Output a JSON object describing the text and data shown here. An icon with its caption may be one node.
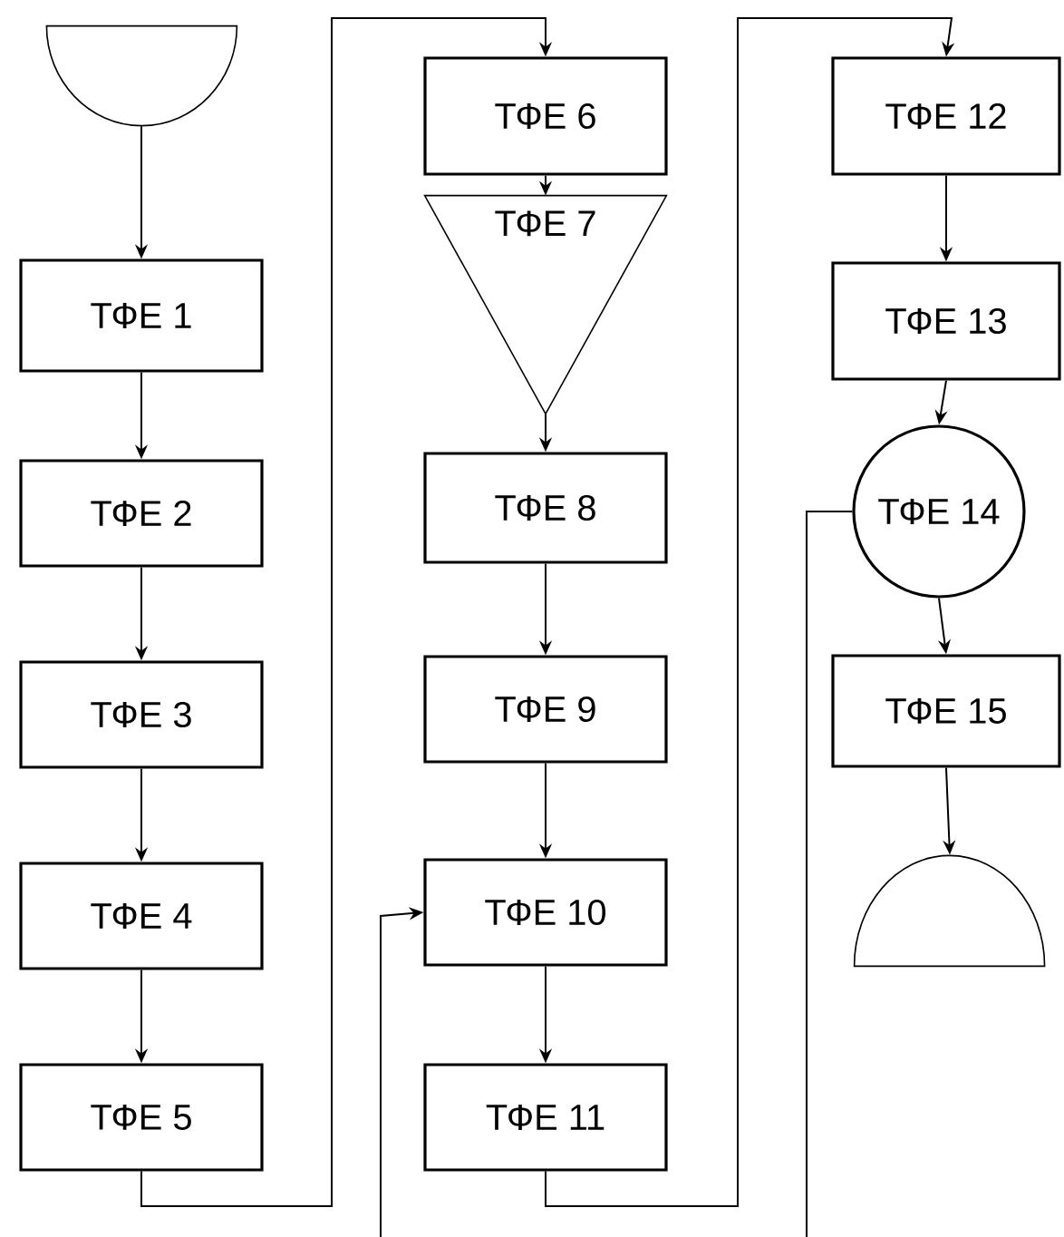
{
  "diagram": {
    "nodes": [
      {
        "text": [],
        "shape": "semicircle"
      },
      {
        "text": [
          "ТФЕ 1"
        ]
      },
      {
        "text": [
          "ТФЕ 2"
        ]
      },
      {
        "text": [
          "ТФЕ 3"
        ]
      },
      {
        "text": [
          "ТФЕ 4"
        ]
      },
      {
        "text": [
          "ТФЕ 5"
        ]
      },
      {
        "text": [
          "ТФЕ 6"
        ]
      },
      {
        "text": [
          "ТФЕ 7"
        ]
      },
      {
        "text": [
          "ТФЕ 8"
        ]
      },
      {
        "text": [
          "ТФЕ 9"
        ]
      },
      {
        "text": [
          "ТФЕ 10"
        ]
      },
      {
        "text": [
          "ТФЕ 11"
        ]
      },
      {
        "text": [
          "ТФЕ 12"
        ]
      },
      {
        "text": [
          "ТФЕ 13"
        ]
      },
      {
        "text": [
          "ТФЕ 14"
        ]
      },
      {
        "text": [
          "ТФЕ 15"
        ]
      },
      {
        "text": [],
        "shape": "semicircle"
      }
    ],
    "edges": [
      {
        "from": 0,
        "to": 1,
        "arrow": "to"
      },
      {
        "from": 1,
        "to": 2,
        "arrow": "to"
      },
      {
        "from": 2,
        "to": 3,
        "arrow": "to"
      },
      {
        "from": 3,
        "to": 4,
        "arrow": "to"
      },
      {
        "from": 4,
        "to": 5,
        "arrow": "to"
      },
      {
        "from": 5,
        "to": 6,
        "arrow": "to"
      },
      {
        "from": 6,
        "to": 7,
        "arrow": "to"
      },
      {
        "from": 7,
        "to": 8,
        "arrow": "to"
      },
      {
        "from": 8,
        "to": 9,
        "arrow": "to"
      },
      {
        "from": 9,
        "to": 10,
        "arrow": "to"
      },
      {
        "from": 10,
        "to": 11,
        "arrow": "to"
      },
      {
        "from": 11,
        "to": 12,
        "arrow": "to"
      },
      {
        "from": 12,
        "to": 13,
        "arrow": "to"
      },
      {
        "from": 13,
        "to": 14,
        "arrow": "to"
      },
      {
        "from": 14,
        "to": 15,
        "arrow": "to"
      },
      {
        "from": 15,
        "to": 16,
        "arrow": "to"
      },
      {
        "from": null,
        "to": 10,
        "arrow": "to"
      },
      {
        "from": 14,
        "to": null,
        "arrow": "none"
      }
    ]
  }
}
